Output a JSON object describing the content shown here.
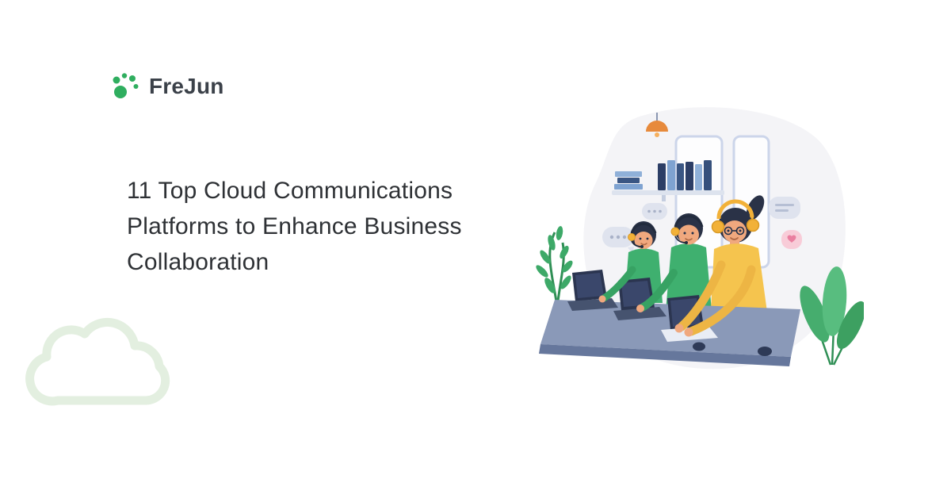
{
  "page": {
    "background": "#ffffff"
  },
  "logo": {
    "text": "FreJun",
    "color": "#3b4149",
    "icon": {
      "name": "frejun-dots-icon",
      "color": "#2fae5f"
    }
  },
  "headline": {
    "lines": [
      "11 Top Cloud Communications",
      "Platforms to Enhance Business",
      "Collaboration"
    ],
    "color": "#2e3135"
  },
  "decor": {
    "cloud_icon": {
      "name": "cloud-outline-icon",
      "stroke": "#e3efe0"
    },
    "illustration": {
      "name": "support-team-illustration",
      "palette": {
        "blob": "#f4f4f7",
        "desk": "#8a99b8",
        "desk_edge": "#66779c",
        "laptop": "#2b3550",
        "green_shirt": "#3fb06f",
        "yellow_shirt": "#f5c44e",
        "headphone_yellow": "#f2b138",
        "skin": "#f0a87e",
        "hair": "#2a3247",
        "plant_green": "#3da968",
        "lamp_orange": "#e78a3c",
        "bubble_gray": "#dfe3ee",
        "bubble_pink": "#f8ccd8",
        "books_dark": "#2c3e66",
        "books_light": "#7fa3d1"
      }
    }
  }
}
